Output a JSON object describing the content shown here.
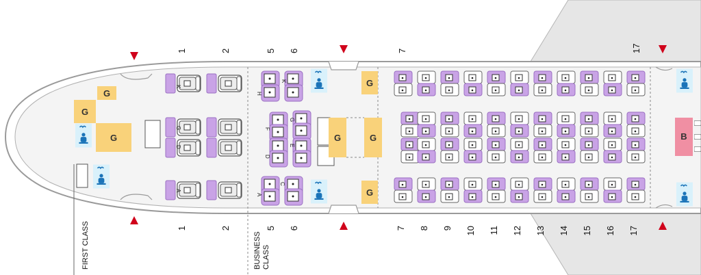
{
  "colors": {
    "fuselage_stroke": "#9a9a9a",
    "fuselage_fill": "#f4f4f4",
    "wing_fill": "#e6e6e6",
    "galley_fill": "#f9d27a",
    "lavatory_fill": "#d9f1fb",
    "bar_fill": "#f08fa3",
    "seat_purple": "#c9a3e6",
    "seat_gray": "#e9e9e9",
    "exit_arrow": "#d0021b",
    "partition": "#888888"
  },
  "cabins": {
    "first": "FIRST CLASS",
    "business_line1": "BUSINESS",
    "business_line2": "CLASS"
  },
  "galley_label": "G",
  "bar_label": "B",
  "lavatory_icon": "lavatory-icon",
  "exit_icon": "exit-arrow-icon",
  "rows_top": [
    "1",
    "2",
    "5",
    "6",
    "7",
    "17"
  ],
  "rows_bottom": [
    "1",
    "2",
    "5",
    "6",
    "7",
    "8",
    "9",
    "10",
    "11",
    "12",
    "13",
    "14",
    "15",
    "16",
    "17"
  ],
  "seat_letters": {
    "first": [
      "K",
      "G",
      "D",
      "A"
    ],
    "business_window_top": [
      "H",
      "K"
    ],
    "business_center_left": [
      "F",
      "D"
    ],
    "business_center_right": [
      "G",
      "E"
    ],
    "business_window_bottom": [
      "A",
      "C"
    ]
  }
}
